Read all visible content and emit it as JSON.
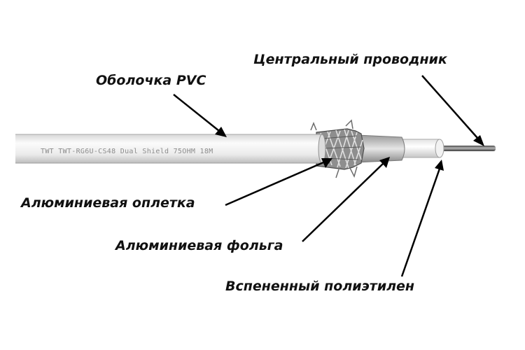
{
  "labels": {
    "center_conductor": "Центральный проводник",
    "pvc_jacket": "Оболочка PVC",
    "aluminum_braid": "Алюминиевая оплетка",
    "aluminum_foil": "Алюминиевая фольга",
    "foamed_polyethylene": "Вспененный полиэтилен"
  },
  "cable_print": "TWT TWT-RG6U-CS48 Dual Shield 75OHM 18M",
  "colors": {
    "jacket": "#e8e8e8",
    "dielectric": "#f6f6f6",
    "foil": "#b9b9b9",
    "conductor": "#6f6f6f",
    "text": "#111111"
  }
}
